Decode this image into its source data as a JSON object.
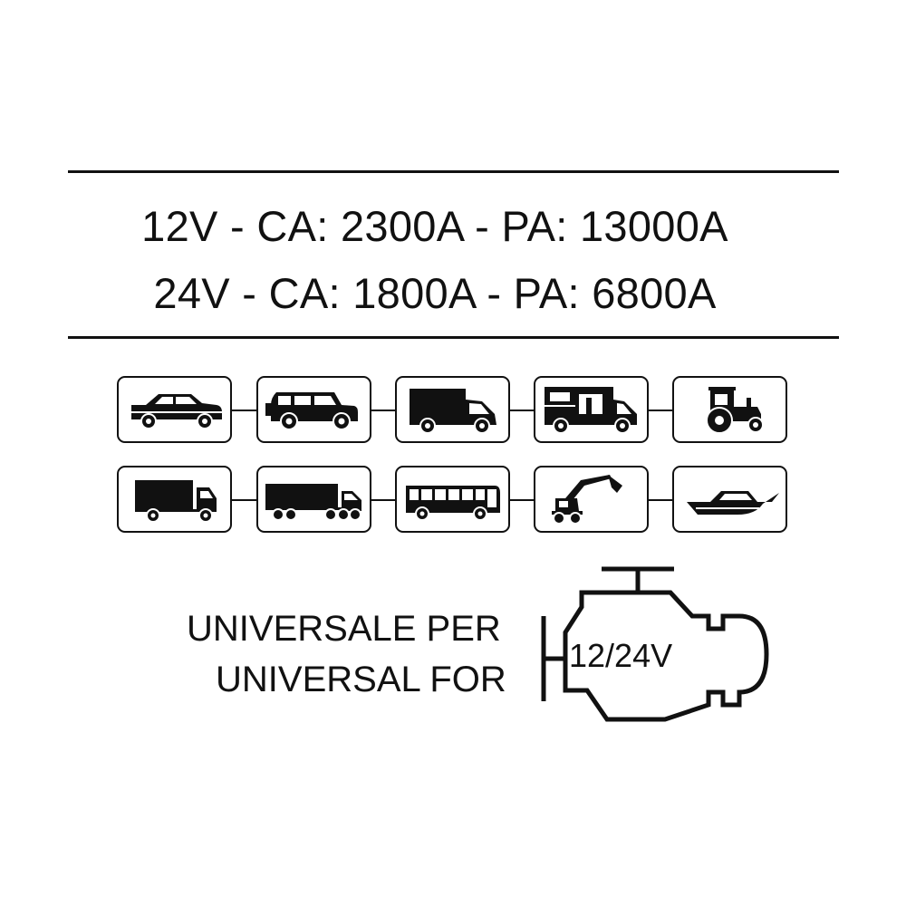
{
  "specs": {
    "line1": "12V - CA: 2300A - PA: 13000A",
    "line2": "24V - CA: 1800A - PA: 6800A"
  },
  "vehicles": {
    "row1": [
      "car-icon",
      "suv-icon",
      "van-icon",
      "camper-icon",
      "tractor-icon"
    ],
    "row2": [
      "truck-icon",
      "semi-truck-icon",
      "bus-icon",
      "excavator-icon",
      "boat-icon"
    ]
  },
  "universal": {
    "line1": "UNIVERSALE PER",
    "line2": "UNIVERSAL FOR"
  },
  "engine": {
    "label": "12/24V"
  },
  "colors": {
    "ink": "#111111",
    "background": "#ffffff"
  }
}
